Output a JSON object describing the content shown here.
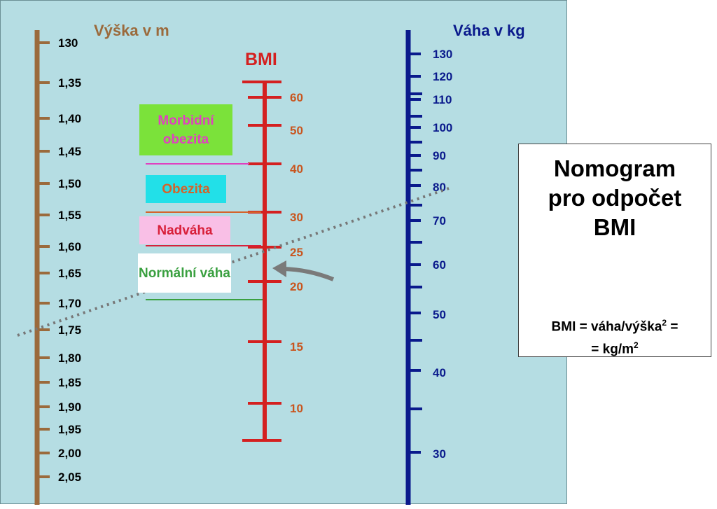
{
  "height_axis": {
    "title": "Výška v m",
    "color": "#9b6a3c",
    "labels": [
      "130",
      "1,35",
      "1,40",
      "1,45",
      "1,50",
      "1,55",
      "1,60",
      "1,65",
      "1,70",
      "1,75",
      "1,80",
      "1,85",
      "1,90",
      "1,95",
      "2,00",
      "2,05"
    ]
  },
  "bmi_axis": {
    "title": "BMI",
    "color": "#d42020",
    "label_color": "#c9551e",
    "labels": [
      "60",
      "50",
      "40",
      "30",
      "25",
      "20",
      "15",
      "10"
    ]
  },
  "weight_axis": {
    "title": "Váha v kg",
    "color": "#0a1a8c",
    "labels": [
      "130",
      "120",
      "110",
      "100",
      "90",
      "80",
      "70",
      "60",
      "50",
      "40",
      "30"
    ]
  },
  "zones": {
    "morbid": {
      "label": "Morbidní obezita",
      "bg": "#7be23a",
      "color": "#e040c0"
    },
    "obese": {
      "label": "Obezita",
      "bg": "#22e0e8",
      "color": "#d4632a"
    },
    "overweight": {
      "label": "Nadváha",
      "bg": "#f9bfe6",
      "color": "#d8203a"
    },
    "normal": {
      "label": "Normální váha",
      "bg": "#ffffff",
      "color": "#3aa040"
    }
  },
  "info": {
    "title": "Nomogram\npro odpočet\nBMI",
    "formula_line1": "BMI = váha/výška",
    "formula_sup1": "2",
    "formula_line1_end": " =",
    "formula_line2": "= kg/m",
    "formula_sup2": "2"
  }
}
